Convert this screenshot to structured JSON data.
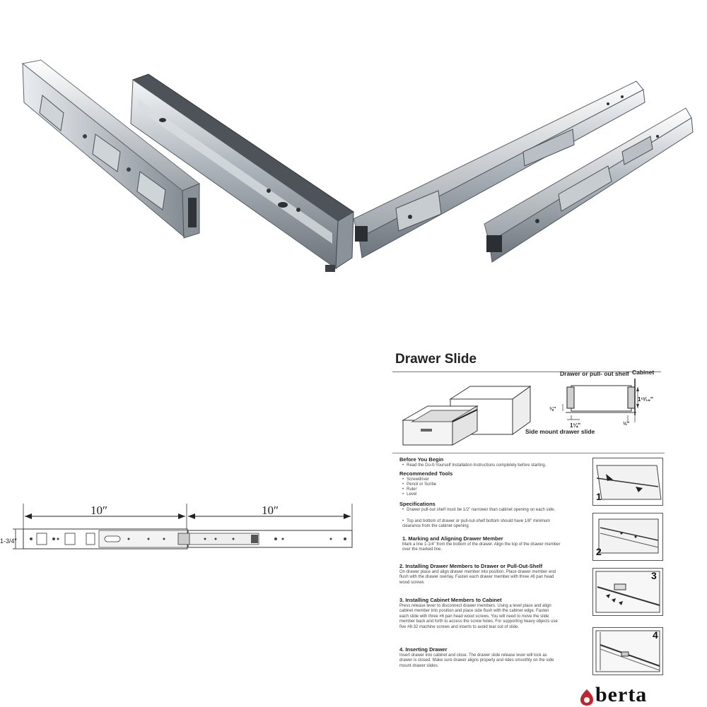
{
  "dimension_drawing": {
    "length_left": "10″",
    "length_right": "10″",
    "height": "1-3/4″"
  },
  "sheet": {
    "title": "Drawer Slide",
    "diagram": {
      "label_drawer": "Drawer or pull- out shelf",
      "label_cabinet": "Cabinet",
      "label_side": "Side mount drawer slide",
      "dim_a": "⅛″",
      "dim_b": "1¼″",
      "dim_c": "1¹³⁄₁₆″",
      "dim_d": "½″"
    },
    "before": {
      "heading": "Before You Begin",
      "item": "Read the Do-It-Yourself Installation Instructions completely before starting."
    },
    "tools": {
      "heading": "Recommended Tools",
      "items": [
        "Screwdriver",
        "Pencil or Scribe",
        "Ruler",
        "Level"
      ]
    },
    "specs": {
      "heading": "Specifications",
      "item1": "Drawer pull-out shelf must be 1/2” narrower than cabinet opening on each side.",
      "item2": "Top and bottom of drawer or pull-out-shelf bottom should have 1/8” minimum clearance from the cabinet opening"
    },
    "step1": {
      "heading": "1.  Marking and Aligning Drawer Member",
      "text": "Mark a line 1-1/4” from the bottom of the drawer. Align the top of the drawer member over the  marked line."
    },
    "step2": {
      "heading": "2. Installing Drawer Members to Drawer or Pull-Out-Shelf",
      "text": "On drawer place and align drawer member into position. Place drawer member end flush with the drawer overlay. Fasten each drawer member with three #6 pan head wood screws"
    },
    "step3": {
      "heading": "3. Installing Cabinet Members to Cabinet",
      "text": "Press release lever to disconnect drawer members. Using a level place and align cabinet member into position and place side flush with the cabinet edge. Fasten each slide with three #6 pan head wood screws. You will need to move the slide member back and forth to access the screw holes. For supporting heavy objects use five #8-32 machine screws and inserts to avoid tear out of slide."
    },
    "step4": {
      "heading": "4. Inserting Drawer",
      "text": "Insert drawer into cabinet and close. The drawer slide release lever will lock as drawer is closed. Make sure drawer aligns properly and rides smoothly on the side mount drawer slides."
    },
    "step_numbers": [
      "1",
      "2",
      "3",
      "4"
    ],
    "brand": "berta"
  }
}
